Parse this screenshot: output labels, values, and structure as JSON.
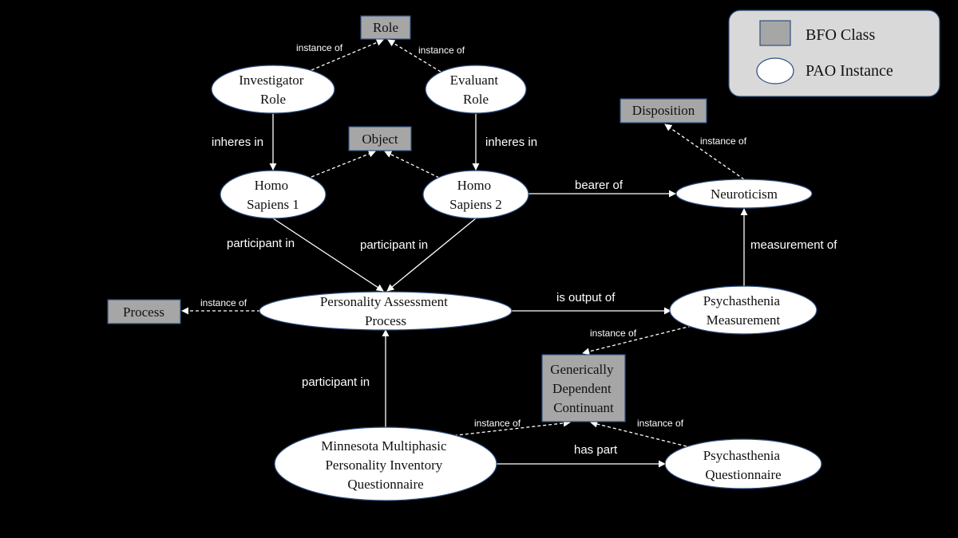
{
  "legend": {
    "class_label": "BFO Class",
    "instance_label": "PAO Instance"
  },
  "classes": {
    "role": [
      "Role"
    ],
    "object": [
      "Object"
    ],
    "disposition": [
      "Disposition"
    ],
    "process": [
      "Process"
    ],
    "gdc": [
      "Generically",
      "Dependent",
      "Continuant"
    ]
  },
  "instances": {
    "investigator_role": [
      "Investigator",
      "Role"
    ],
    "evaluant_role": [
      "Evaluant",
      "Role"
    ],
    "homo_sapiens_1": [
      "Homo",
      "Sapiens 1"
    ],
    "homo_sapiens_2": [
      "Homo",
      "Sapiens 2"
    ],
    "neuroticism": [
      "Neuroticism"
    ],
    "pa_process": [
      "Personality Assessment",
      "Process"
    ],
    "psych_measurement": [
      "Psychasthenia",
      "Measurement"
    ],
    "mmpi": [
      "Minnesota Multiphasic",
      "Personality Inventory",
      "Questionnaire"
    ],
    "psych_questionnaire": [
      "Psychasthenia",
      "Questionnaire"
    ]
  },
  "relations": {
    "inv_instance_of": "instance of",
    "eval_instance_of": "instance of",
    "inv_inheres_in": "inheres in",
    "eval_inheres_in": "inheres in",
    "neuro_instance_of": "instance of",
    "bearer_of": "bearer of",
    "hs1_participant_in": "participant in",
    "hs2_participant_in": "participant in",
    "measurement_of": "measurement of",
    "process_instance_of": "instance of",
    "is_output_of": "is output of",
    "measure_instance_of": "instance of",
    "mmpi_participant_in": "participant in",
    "mmpi_instance_of": "instance of",
    "pq_instance_of": "instance of",
    "has_part": "has part"
  }
}
